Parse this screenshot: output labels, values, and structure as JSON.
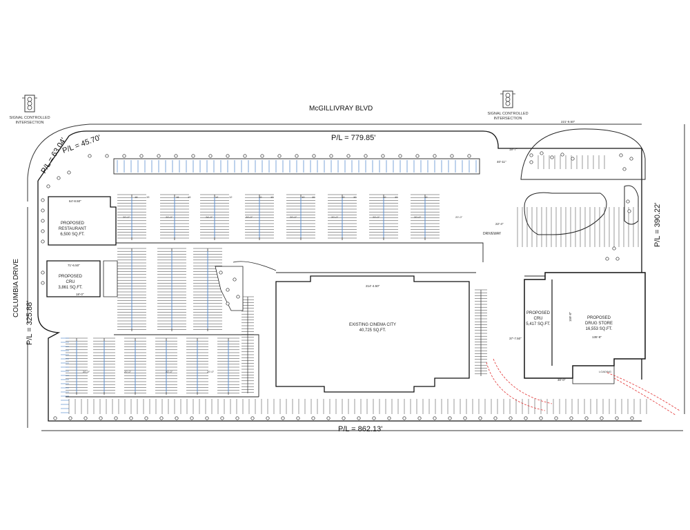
{
  "colors": {
    "line": "#222222",
    "parking_stripe": "#5b8fd0",
    "landscape": "#ffffff",
    "proposed_drive": "#e23030"
  },
  "signals": [
    {
      "label_line1": "SIGNAL CONTROLLED",
      "label_line2": "INTERSECTION"
    },
    {
      "label_line1": "SIGNAL CONTROLLED",
      "label_line2": "INTERSECTION"
    }
  ],
  "roads": {
    "top": "McGILLIVRAY BLVD",
    "left": "COLUMBIA DRIVE"
  },
  "property_lines": {
    "top": "P/L = 779.85'",
    "corner_1": "P/L = 45.70'",
    "corner_2": "P/L = 63.04'",
    "left": "P/L = 325.88'",
    "bottom": "P/L = 862.13'",
    "right": "P/L = 390.22'"
  },
  "buildings": {
    "restaurant": {
      "line1": "PROPOSED",
      "line2": "RESTAURANT",
      "line3": "6,500 SQ.FT.",
      "dim": "64'-8.50\""
    },
    "cru": {
      "line1": "PROPOSED",
      "line2": "CRU",
      "line3": "3,861 SQ.FT.",
      "dim": "71'-6.50\""
    },
    "cinema": {
      "line1": "EXISTING CINEMA CITY",
      "line2": "40,725 SQ.FT.",
      "dim": "214'-4.50\""
    },
    "cru2": {
      "line1": "PROPOSED",
      "line2": "CRU",
      "line3": "5,417 SQ.FT."
    },
    "drug_store": {
      "line1": "PROPOSED",
      "line2": "DRUG STORE",
      "line3": "16,553 SQ.FT.",
      "dim": "135'-8\"",
      "dim2": "159'-0\""
    }
  },
  "stall_counts_top": [
    "16",
    "15",
    "16",
    "16",
    "14",
    "12",
    "10",
    "10",
    "10",
    "10",
    "10",
    "10",
    "10",
    "10",
    "10"
  ],
  "aisle_dims": [
    "20'-0\"",
    "20'-0\"",
    "24'-0\"",
    "20'-0\"",
    "20'-0\"",
    "20'-0\"",
    "20'-0\"",
    "20'-0\"",
    "20'-0\"",
    "20'-0\"",
    "20'-0\"",
    "20'-0\"",
    "20'-0\""
  ],
  "misc": {
    "driveway": "DRIVEWAY",
    "loading": "LOADING",
    "top_right_dim": "221'-9.50\"",
    "right_dim_1": "22'-4\"",
    "dim_19_7": "19'-7\"",
    "dim_40_11": "40'-11\"",
    "dim_30_0": "30'-0\"",
    "dim_37_7": "37'-7.50\"",
    "dim_18_0": "18'-0\""
  }
}
